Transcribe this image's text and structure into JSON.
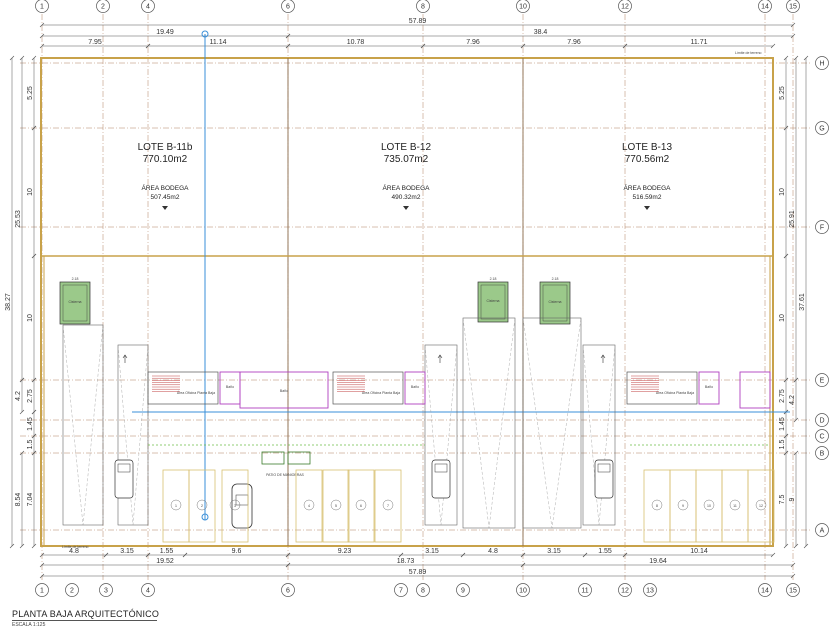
{
  "plan": {
    "title": "PLANTA BAJA ARQUITECTÓNICO",
    "scale": "ESCALA 1:125"
  },
  "lots": [
    {
      "name": "LOTE B-11b",
      "total_area": "770.10m2",
      "use": "ÁREA BODEGA",
      "use_area": "507.45m2"
    },
    {
      "name": "LOTE B-12",
      "total_area": "735.07m2",
      "use": "ÁREA BODEGA",
      "use_area": "490.32m2"
    },
    {
      "name": "LOTE B-13",
      "total_area": "770.56m2",
      "use": "ÁREA BODEGA",
      "use_area": "516.59m2"
    }
  ],
  "grid_axes": {
    "top": [
      "1",
      "2",
      "4",
      "6",
      "8",
      "10",
      "12",
      "14",
      "15"
    ],
    "bottom": [
      "1",
      "2",
      "3",
      "4",
      "6",
      "7",
      "8",
      "9",
      "10",
      "11",
      "12",
      "13",
      "14",
      "15"
    ],
    "right": [
      "H",
      "G",
      "F",
      "E",
      "D",
      "C",
      "B",
      "A"
    ]
  },
  "dimensions": {
    "top_total": "57.89",
    "top_left": "19.49",
    "top_right": "38.4",
    "top_segments": [
      "7.95",
      "11.14",
      "10.78",
      "7.96",
      "7.96",
      "11.71"
    ],
    "bottom_segments": [
      "4.8",
      "3.15",
      "1.55",
      "9.6",
      "9.23",
      "3.15",
      "4.8",
      "3.15",
      "1.55",
      "10.14"
    ],
    "bottom_mid": [
      "19.52",
      "18.73",
      "19.64"
    ],
    "bottom_total": "57.89",
    "left": [
      "5.25",
      "10",
      "25.53",
      "10",
      "38.27",
      "4.2",
      "2.75",
      "1.45",
      "1.5",
      "8.54",
      "7.04"
    ],
    "right": [
      "5.25",
      "10",
      "25.91",
      "10",
      "37.61",
      "2.75",
      "4.2",
      "1.45",
      "1.5",
      "9",
      "7.5"
    ]
  },
  "parking_numbers": [
    "1",
    "2",
    "3",
    "4",
    "5",
    "6",
    "7",
    "8",
    "9",
    "10",
    "11",
    "12"
  ],
  "annotations": {
    "property_limit": "Límite de terreno",
    "cistern": "Cisterna",
    "ramp_width": "2.18",
    "ramp_length": "1.88",
    "office": "Área Oficina Planta Baja",
    "bathroom": "Baño",
    "patio": "PATIO DE MANIOBRAS"
  },
  "colors": {
    "lot_line": "#c8a24a",
    "gridline": "#b08060",
    "dim_line": "#555555",
    "water": "#3a8fd8",
    "green": "#6fbf4a",
    "magenta": "#b040c0",
    "parking": "#d8c070"
  }
}
